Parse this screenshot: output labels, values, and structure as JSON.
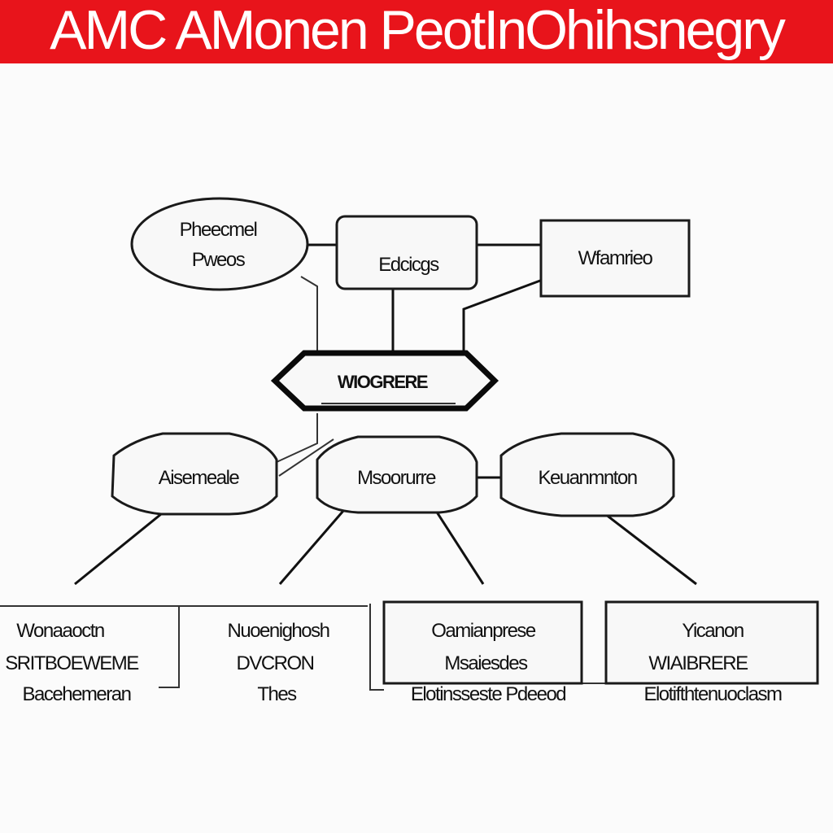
{
  "banner": {
    "title": "AMC AMonen PeotInOhihsnegry",
    "color": "#e8141b"
  },
  "nodes": {
    "top_left": {
      "line1": "Pheecmel",
      "line2": "Pweos"
    },
    "top_center": {
      "line1": "Edcicgs"
    },
    "top_right": {
      "line1": "Wfamrieo"
    },
    "hub": {
      "line1": "WIOGRERE"
    },
    "mid_left": {
      "line1": "Aisemeale"
    },
    "mid_center": {
      "line1": "Msoorurre"
    },
    "mid_right": {
      "line1": "Keuanmnton"
    },
    "bottom_1": {
      "line1": "Wonaaoctn",
      "line2": "SRITBOEWEME",
      "line3": "Bacehemeran"
    },
    "bottom_2": {
      "line1": "Nuoenighosh",
      "line2": "DVCRON",
      "line3": "Thes"
    },
    "bottom_3": {
      "line1": "Oamianprese",
      "line2": "Msaiesdes",
      "line3": "Elotinsseste Pdeeod"
    },
    "bottom_4": {
      "line1": "Yicanon",
      "line2": "WIAIBRERE",
      "line3": "Elotifthtenuoclasm"
    }
  }
}
